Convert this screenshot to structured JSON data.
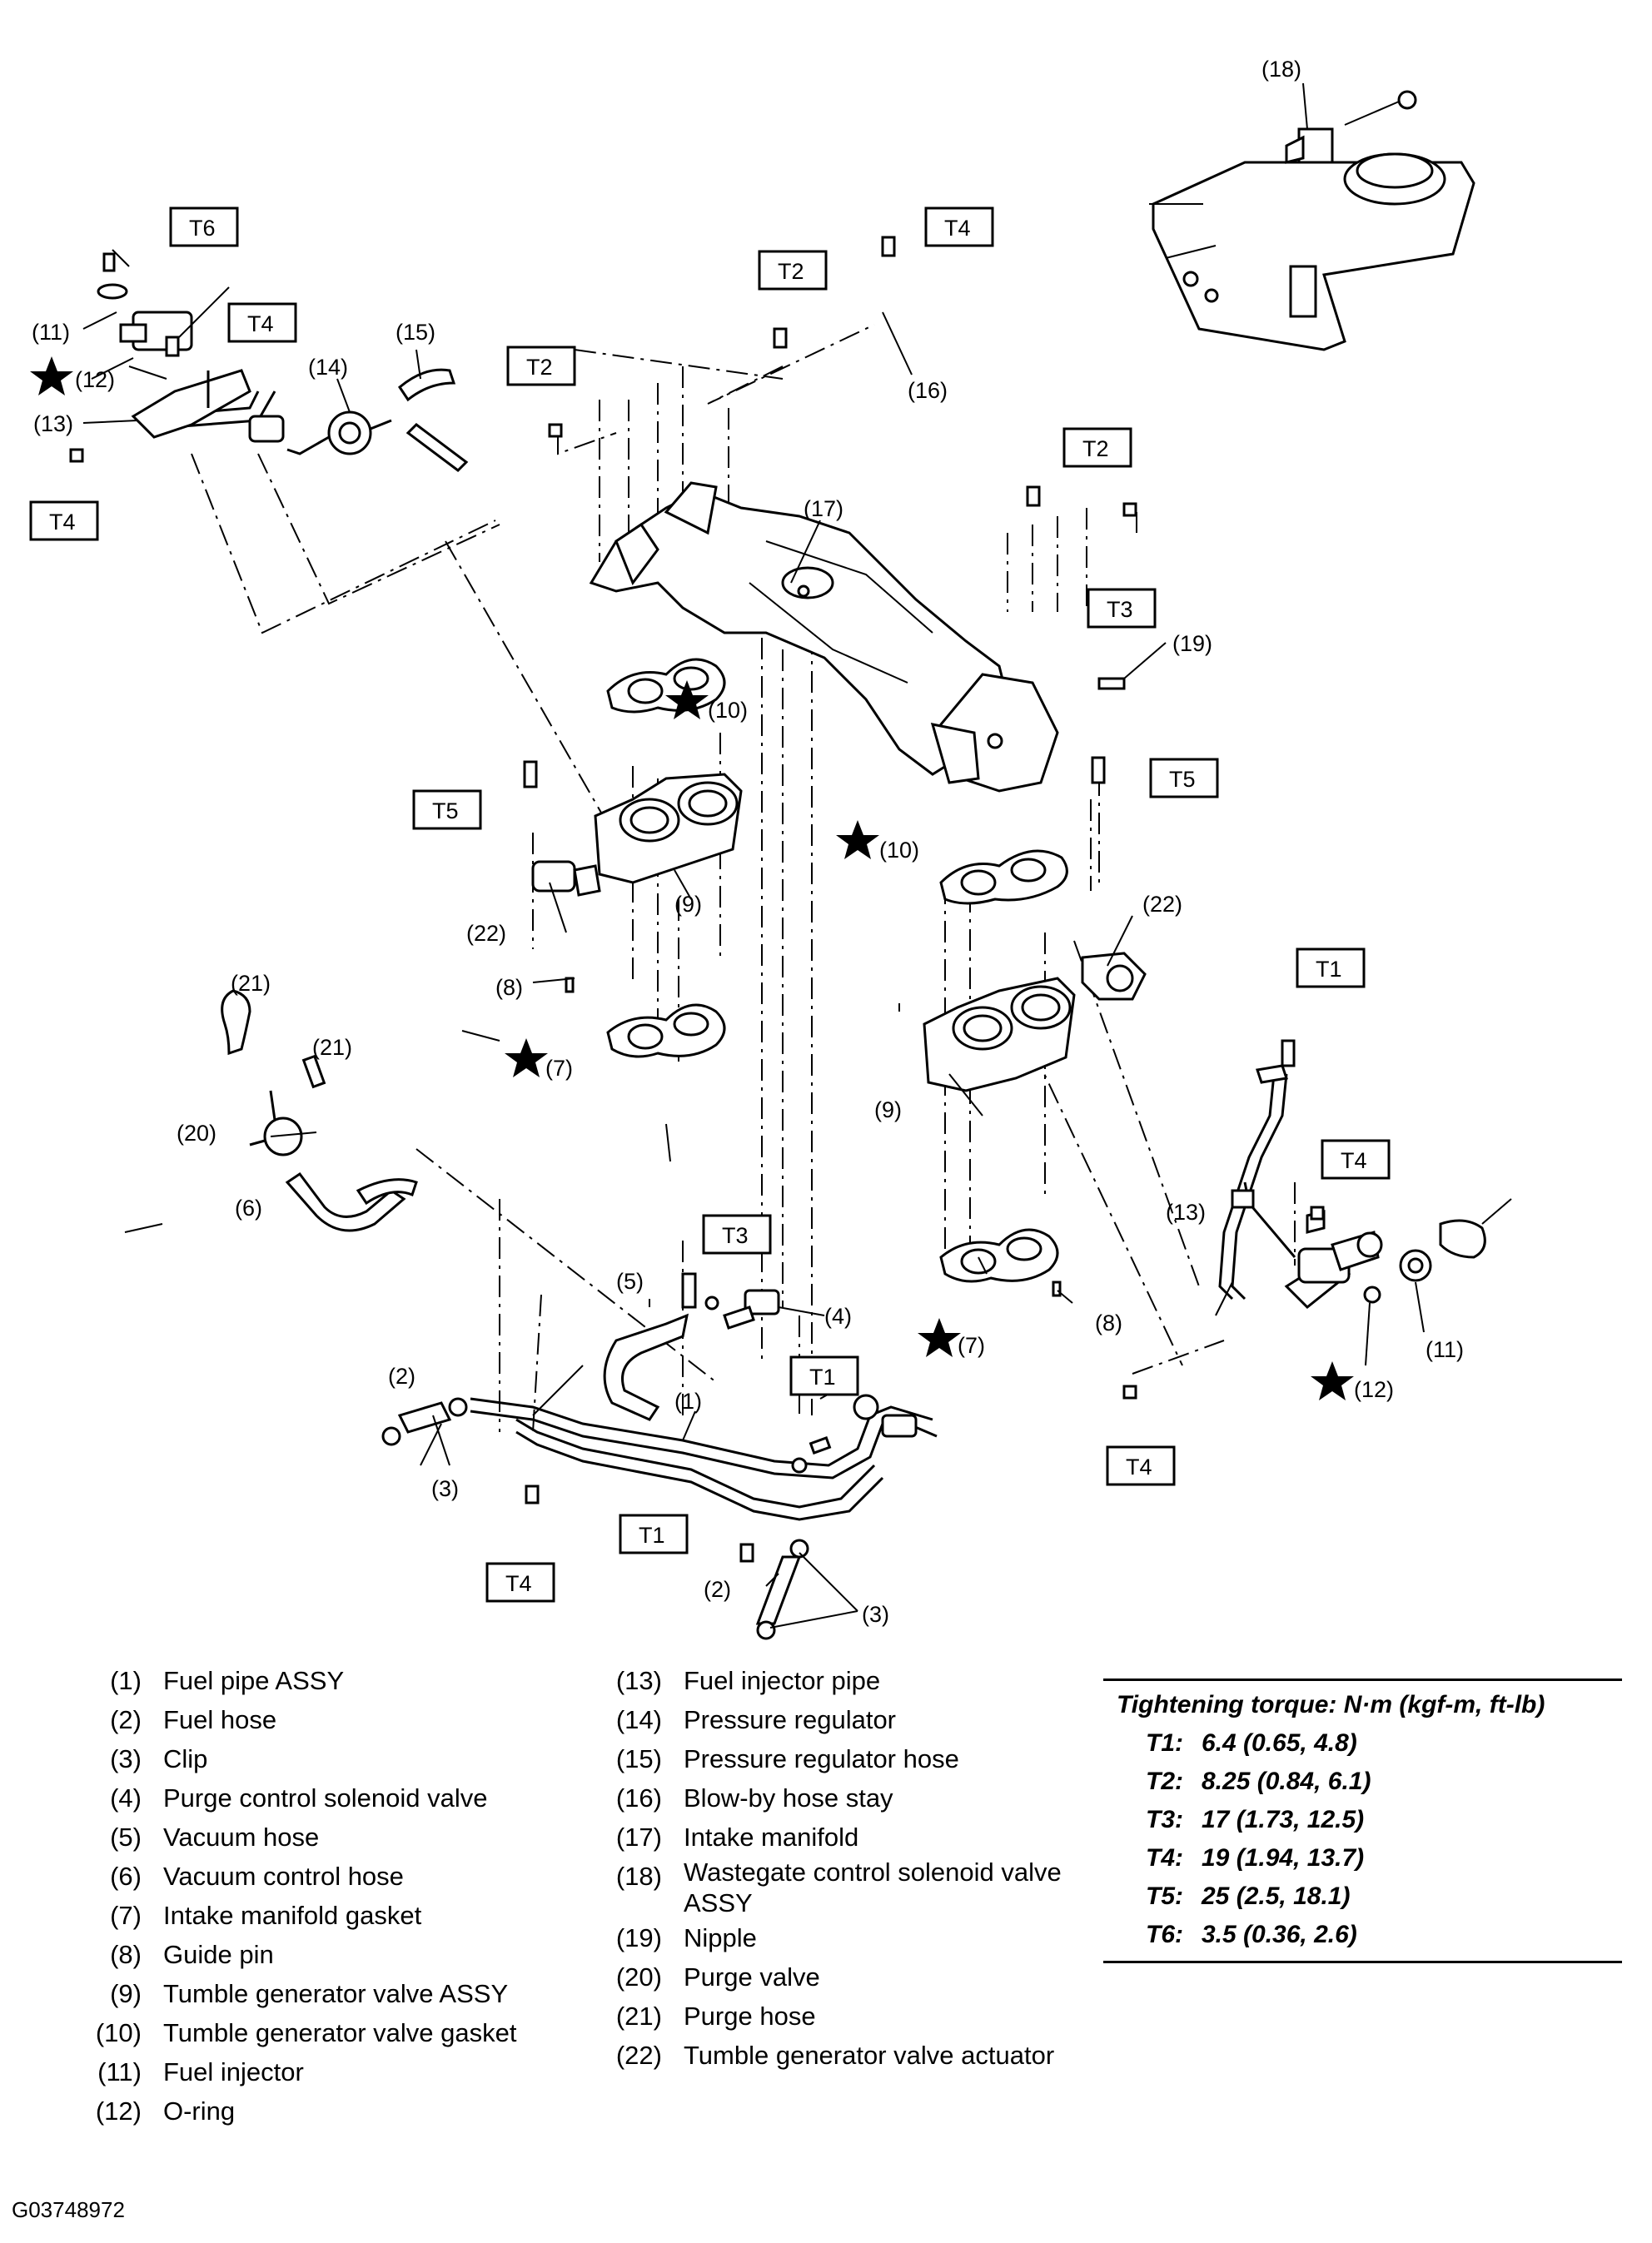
{
  "callouts": {
    "c1": "(1)",
    "c2": "(2)",
    "c3": "(3)",
    "c4": "(4)",
    "c5": "(5)",
    "c6": "(6)",
    "c7": "(7)",
    "c8": "(8)",
    "c9": "(9)",
    "c10": "(10)",
    "c11": "(11)",
    "c12": "(12)",
    "c13": "(13)",
    "c14": "(14)",
    "c15": "(15)",
    "c16": "(16)",
    "c17": "(17)",
    "c18": "(18)",
    "c19": "(19)",
    "c20": "(20)",
    "c21": "(21)",
    "c22": "(22)"
  },
  "torque_tags": {
    "t1": "T1",
    "t2": "T2",
    "t3": "T3",
    "t4": "T4",
    "t5": "T5",
    "t6": "T6"
  },
  "legend": {
    "col1": [
      {
        "num": "(1)",
        "name": "Fuel pipe ASSY"
      },
      {
        "num": "(2)",
        "name": "Fuel hose"
      },
      {
        "num": "(3)",
        "name": "Clip"
      },
      {
        "num": "(4)",
        "name": "Purge control solenoid valve"
      },
      {
        "num": "(5)",
        "name": "Vacuum hose"
      },
      {
        "num": "(6)",
        "name": "Vacuum control hose"
      },
      {
        "num": "(7)",
        "name": "Intake manifold gasket"
      },
      {
        "num": "(8)",
        "name": "Guide pin"
      },
      {
        "num": "(9)",
        "name": "Tumble generator valve ASSY"
      },
      {
        "num": "(10)",
        "name": "Tumble generator valve gasket"
      },
      {
        "num": "(11)",
        "name": "Fuel injector"
      },
      {
        "num": "(12)",
        "name": "O-ring"
      }
    ],
    "col2": [
      {
        "num": "(13)",
        "name": "Fuel injector pipe"
      },
      {
        "num": "(14)",
        "name": "Pressure regulator"
      },
      {
        "num": "(15)",
        "name": "Pressure regulator hose"
      },
      {
        "num": "(16)",
        "name": "Blow-by hose stay"
      },
      {
        "num": "(17)",
        "name": "Intake manifold"
      },
      {
        "num": "(18)",
        "name": "Wastegate control solenoid valve ASSY"
      },
      {
        "num": "(19)",
        "name": "Nipple"
      },
      {
        "num": "(20)",
        "name": "Purge valve"
      },
      {
        "num": "(21)",
        "name": "Purge hose"
      },
      {
        "num": "(22)",
        "name": "Tumble generator valve actuator"
      }
    ]
  },
  "torque_table": {
    "title": "Tightening torque: N·m (kgf-m, ft-lb)",
    "rows": [
      {
        "key": "T1:",
        "value": "6.4 (0.65, 4.8)"
      },
      {
        "key": "T2:",
        "value": "8.25 (0.84, 6.1)"
      },
      {
        "key": "T3:",
        "value": "17 (1.73, 12.5)"
      },
      {
        "key": "T4:",
        "value": "19 (1.94, 13.7)"
      },
      {
        "key": "T5:",
        "value": "25 (2.5, 18.1)"
      },
      {
        "key": "T6:",
        "value": "3.5 (0.36, 2.6)"
      }
    ]
  },
  "figure_code": "G03748972"
}
